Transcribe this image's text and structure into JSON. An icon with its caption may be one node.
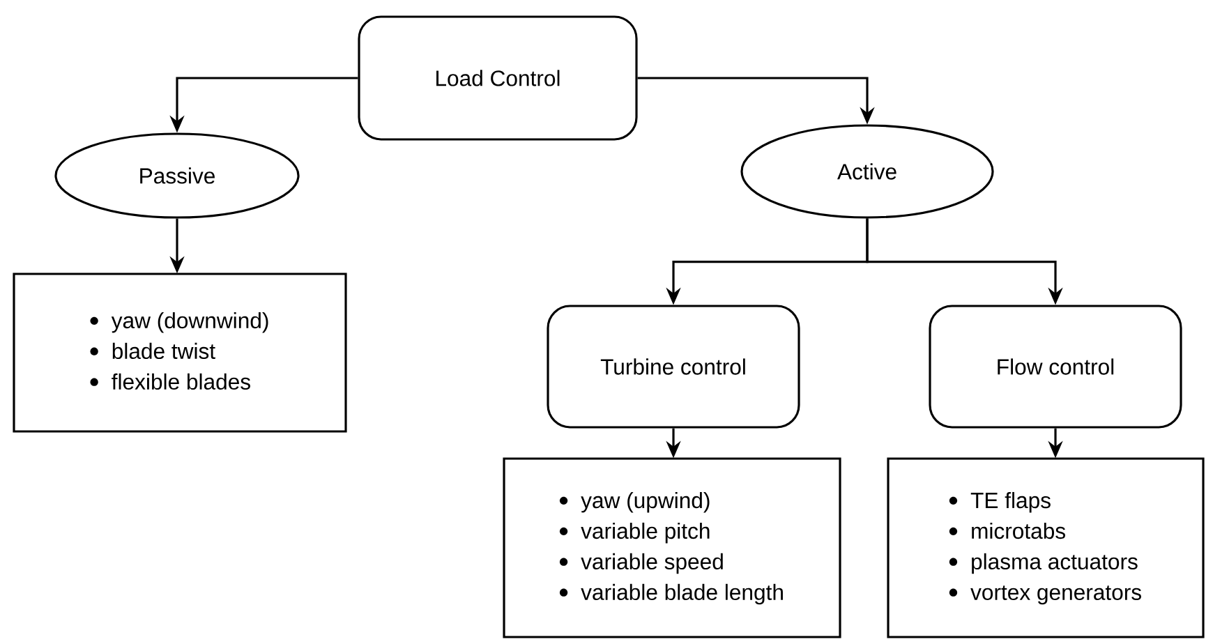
{
  "diagram": {
    "nodes": [
      {
        "text": [
          "Load Control"
        ]
      },
      {
        "text": [
          "Passive"
        ]
      },
      {
        "text": [
          "Active"
        ]
      },
      {
        "text": [
          "yaw (downwind)",
          "blade twist",
          "flexible blades"
        ]
      },
      {
        "text": [
          "Turbine control"
        ]
      },
      {
        "text": [
          "Flow control"
        ]
      },
      {
        "text": [
          "yaw (upwind)",
          "variable pitch",
          "variable speed",
          "variable blade length"
        ]
      },
      {
        "text": [
          "TE flaps",
          "microtabs",
          "plasma actuators",
          "vortex generators"
        ]
      }
    ],
    "edges": [
      {
        "from": 0,
        "to": 1,
        "arrow": "to"
      },
      {
        "from": 0,
        "to": 2,
        "arrow": "to"
      },
      {
        "from": 1,
        "to": 3,
        "arrow": "to"
      },
      {
        "from": 2,
        "to": 4,
        "arrow": "to"
      },
      {
        "from": 2,
        "to": 5,
        "arrow": "to"
      },
      {
        "from": 4,
        "to": 6,
        "arrow": "to"
      },
      {
        "from": 5,
        "to": 7,
        "arrow": "to"
      }
    ]
  }
}
